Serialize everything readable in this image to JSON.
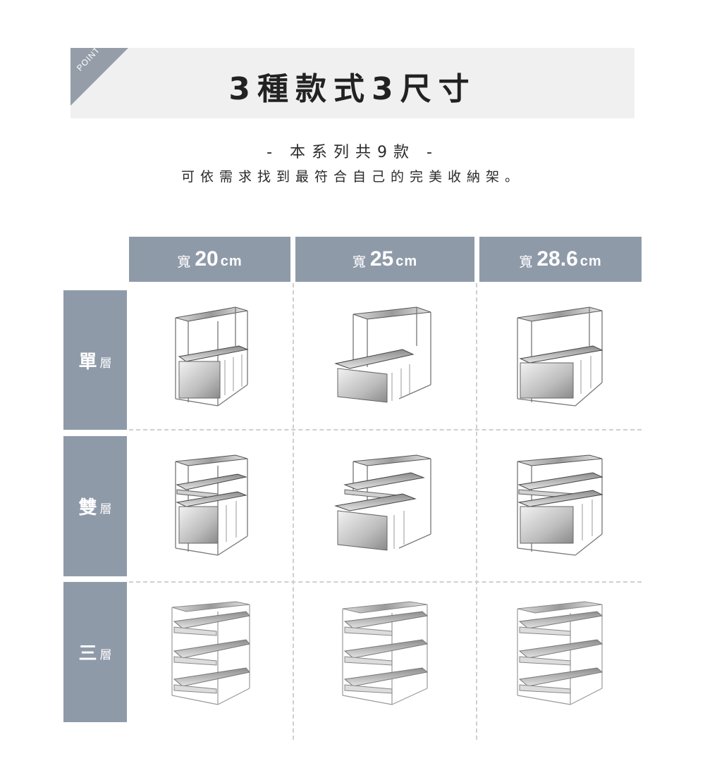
{
  "banner": {
    "badge": "POINT",
    "title": "3種款式3尺寸"
  },
  "subtitle": "- 本系列共9款 -",
  "description": "可依需求找到最符合自己的完美收納架。",
  "colors": {
    "accent_gray": "#8f9aa9",
    "banner_bg": "#f0f0f0",
    "badge_gray": "#959ea8",
    "divider": "#cfcfcf"
  },
  "columns": [
    {
      "prefix": "寬",
      "value": "20",
      "unit": "cm"
    },
    {
      "prefix": "寬",
      "value": "25",
      "unit": "cm"
    },
    {
      "prefix": "寬",
      "value": "28.6",
      "unit": "cm"
    }
  ],
  "rows": [
    {
      "main": "單",
      "suffix": "層",
      "tiers": 1
    },
    {
      "main": "雙",
      "suffix": "層",
      "tiers": 2
    },
    {
      "main": "三",
      "suffix": "層",
      "tiers": 3
    }
  ],
  "products": [
    {
      "name": "single-tier-20cm"
    },
    {
      "name": "single-tier-25cm"
    },
    {
      "name": "single-tier-28.6cm"
    },
    {
      "name": "double-tier-20cm"
    },
    {
      "name": "double-tier-25cm"
    },
    {
      "name": "double-tier-28.6cm"
    },
    {
      "name": "triple-tier-20cm"
    },
    {
      "name": "triple-tier-25cm"
    },
    {
      "name": "triple-tier-28.6cm"
    }
  ]
}
